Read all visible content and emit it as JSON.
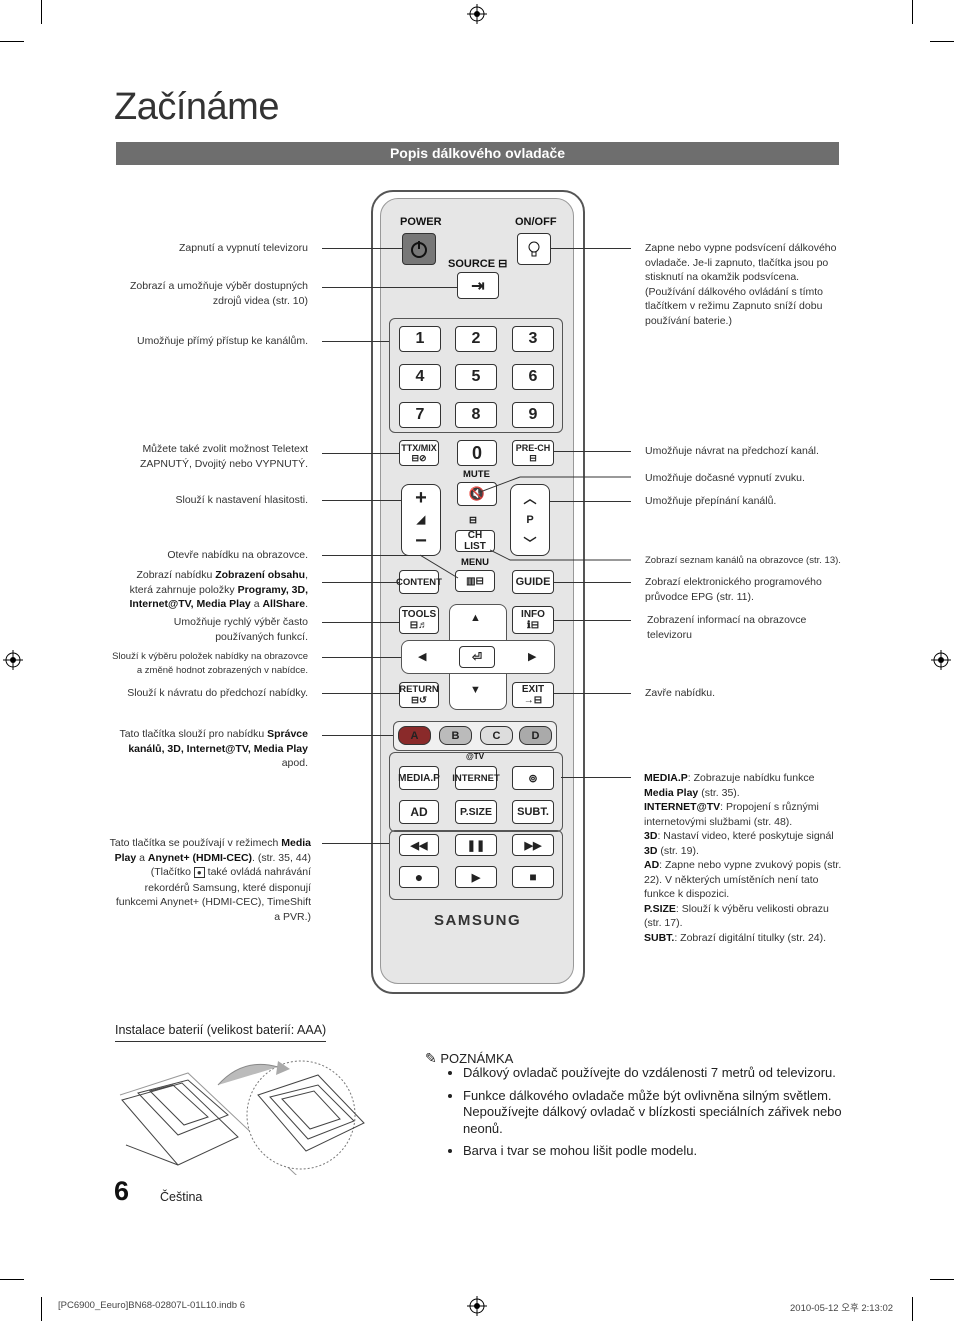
{
  "page": {
    "title": "Začínáme",
    "section_title": "Popis dálkového ovladače",
    "page_number": "6",
    "language": "Čeština",
    "footer_left": "[PC6900_Eeuro]BN68-02807L-01L10.indb   6",
    "footer_right": "2010-05-12   오후 2:13:02"
  },
  "remote": {
    "power": "POWER",
    "onoff": "ON/OFF",
    "source": "SOURCE",
    "digits": [
      "1",
      "2",
      "3",
      "4",
      "5",
      "6",
      "7",
      "8",
      "9"
    ],
    "zero": "0",
    "ttx": "TTX/MIX",
    "prech": "PRE-CH",
    "mute": "MUTE",
    "p": "P",
    "chlist": "CH LIST",
    "menu": "MENU",
    "content": "CONTENT",
    "guide": "GUIDE",
    "tools": "TOOLS",
    "info": "INFO",
    "return": "RETURN",
    "exit": "EXIT",
    "colors": [
      "A",
      "B",
      "C",
      "D"
    ],
    "atv": "@TV",
    "mediap": "MEDIA.P",
    "internet": "INTERNET",
    "ad": "AD",
    "psize": "P.SIZE",
    "subt": "SUBT.",
    "brand": "SAMSUNG"
  },
  "labels_left": {
    "power": "Zapnutí a vypnutí televizoru",
    "source": "Zobrazí a umožňuje výběr dostupných zdrojů videa (str. 10)",
    "digits": "Umožňuje přímý přístup ke kanálům.",
    "ttx": "Můžete také zvolit možnost Teletext ZAPNUTÝ, Dvojitý nebo VYPNUTÝ.",
    "volume": "Slouží k nastavení hlasitosti.",
    "menu": "Otevře nabídku na obrazovce.",
    "content_a": "Zobrazí nabídku ",
    "content_b": "Zobrazení obsahu",
    "content_c": ", která zahrnuje položky ",
    "content_d": "Programy, 3D, Internet@TV, Media Play",
    "content_e": " a ",
    "content_f": "AllShare",
    "tools": "Umožňuje rychlý výběr často používaných funkcí.",
    "arrows": "Slouží k výběru položek nabídky na obrazovce a změně hodnot zobrazených v nabídce.",
    "return": "Slouží k návratu do předchozí nabídky.",
    "colors_a": "Tato tlačítka slouží pro nabídku ",
    "colors_b": "Správce kanálů, 3D, Internet@TV, Media Play",
    "colors_c": " apod.",
    "media_a": "Tato tlačítka se používají v režimech ",
    "media_b": "Media Play",
    "media_c": " a ",
    "media_d": "Anynet+ (HDMI-CEC)",
    "media_e": ". (str. 35, 44)",
    "media_f": "(Tlačítko",
    "media_g": " také ovládá nahrávání rekordérů Samsung, které disponují funkcemi Anynet+ (HDMI-CEC), TimeShift a PVR.)"
  },
  "labels_right": {
    "onoff": "Zapne nebo vypne podsvícení dálkového ovladače. Je-li zapnuto, tlačítka jsou po stisknutí na okamžik podsvícena. (Používání dálkového ovládání s tímto tlačítkem v režimu Zapnuto sníží dobu používání baterie.)",
    "prech": "Umožňuje návrat na předchozí kanál.",
    "mute": "Umožňuje dočasné vypnutí zvuku.",
    "p": "Umožňuje přepínání kanálů.",
    "chlist": "Zobrazí seznam kanálů na obrazovce (str. 13).",
    "guide": "Zobrazí elektronického programového průvodce EPG (str. 11).",
    "info": "Zobrazení informací na obrazovce televizoru",
    "exit": "Zavře nabídku.",
    "m1k": "MEDIA.P",
    "m1a": ": Zobrazuje nabídku funkce ",
    "m1b": "Media Play",
    "m1c": " (str. 35).",
    "m2k": "INTERNET@TV",
    "m2a": ": Propojení s různými internetovými službami (str. 48).",
    "m3k": "3D",
    "m3a": ": Nastaví video, které poskytuje signál ",
    "m3b": "3D",
    "m3c": " (str. 19).",
    "m4k": "AD",
    "m4a": ": Zapne nebo vypne zvukový popis (str. 22). V některých umístěních není tato funkce k dispozici.",
    "m5k": "P.SIZE",
    "m5a": ": Slouží k výběru velikosti obrazu (str. 17).",
    "m6k": "SUBT.",
    "m6a": ": Zobrazí digitální titulky (str. 24)."
  },
  "battery": {
    "heading": "Instalace baterií (velikost baterií: AAA)"
  },
  "note": {
    "heading": "POZNÁMKA",
    "items": [
      "Dálkový ovladač používejte do vzdálenosti 7 metrů od televizoru.",
      "Funkce dálkového ovladače může být ovlivněna silným světlem. Nepoužívejte dálkový ovladač v blízkosti speciálních zářivek nebo neonů.",
      "Barva i tvar se mohou lišit podle modelu."
    ]
  }
}
